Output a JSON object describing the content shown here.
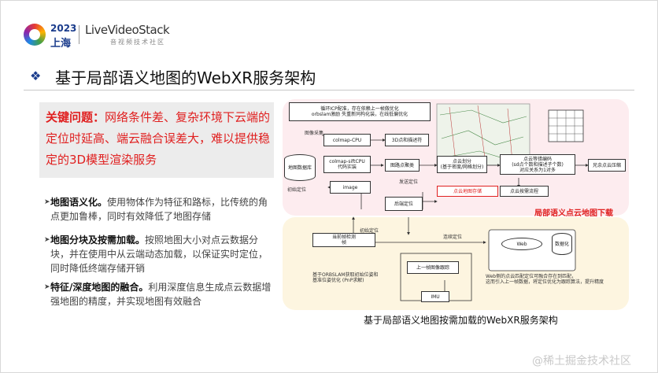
{
  "header": {
    "year": "2023",
    "city": "上海",
    "brand": "LiveVideoStack",
    "brand_sub": "音视频技术社区"
  },
  "title": "基于局部语义地图的WebXR服务架构",
  "problem": {
    "label": "关键问题：",
    "text": "网络条件差、复杂环境下云端的定位时延高、端云融合误差大，难以提供稳定的3D模型渲染服务"
  },
  "bullets": [
    {
      "head": "地图语义化。",
      "body": "使用物体作为特征和路标，比传统的角点更加鲁棒，同时有效降低了地图存储"
    },
    {
      "head": "地图分块及按需加载。",
      "body": "按照地图大小对点云数据分块，并在使用中从云端动态加载，以保证实时定位，同时降低终端存储开销"
    },
    {
      "head": "特征/深度地图的融合。",
      "body": "利用深度信息生成点云数据增强地图的精度，并实现地图有效融合"
    }
  ],
  "diagram": {
    "nodes": {
      "loop_opt": "循环ICP配准，存在依赖上一帧做优化\norbslam激励 失重新同构化装，在线低偏优化",
      "colmap_cpu": "colmap-CPU",
      "pc_desc": "3D点和描述符",
      "map_db": "地图数据库",
      "colmap_sift": "colmap-siftCPU\n代码实装",
      "image": "image",
      "cluster": "图路点聚类",
      "pc_div": "点云划分\n(基于密度/网格划分)",
      "pc_encode": "点云等错编码\n(sd点个数和描述子个数)\n对应关系为1对多",
      "pc_compress": "兄余点云压缩",
      "pc_store": "点云地图存储",
      "pc_stream": "点云按需流程",
      "back_loc": "后端定位",
      "cur_frame": "当前帧检测\n帧",
      "prev_track": "上一帧图像跟踪",
      "imu": "IMU",
      "web": "Web",
      "datamodel": "数据化"
    },
    "labels": {
      "img_collect": "图像采集",
      "init_loc": "初始定位",
      "send_loc": "发送定位",
      "init_loc2": "初始定位",
      "continuous_loc": "连续定位",
      "local_download": "局部语义点云地图下载",
      "orbslam_note": "基于ORBSLAM获取初始位姿和\n基准位姿优化 (PnP求解)",
      "web_note": "Web侧的点云匹配定位可融合存在到匹配，\n这而引入上一帧数据，将定位优化为跟踪算法，提升精度"
    }
  },
  "caption": "基于局部语义地图按需加载的WebXR服务架构",
  "watermark": "@稀土掘金技术社区",
  "colors": {
    "accent": "#e02020",
    "brand": "#1a3c8c",
    "zone_top": "#fdecef",
    "zone_bottom": "#fdf5e0"
  }
}
